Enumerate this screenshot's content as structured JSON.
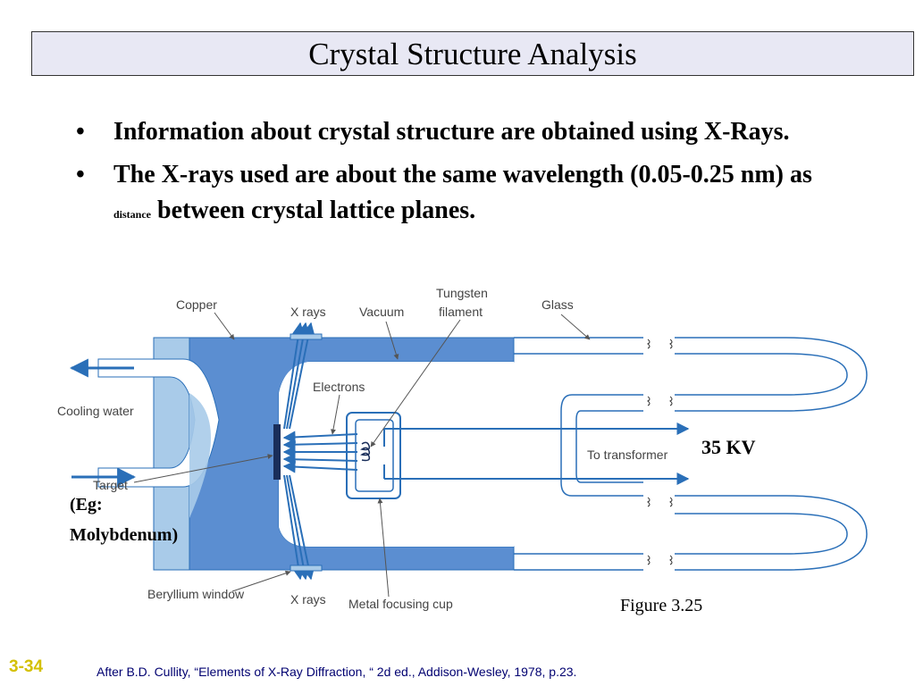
{
  "title": "Crystal Structure Analysis",
  "bullets": [
    {
      "marker": "•",
      "text": " Information about crystal structure are obtained using X-Rays."
    },
    {
      "marker": "•",
      "text_before": " The X-rays used are about the same wavelength (0.05-0.25 nm)  as ",
      "small_word": "distance",
      "text_after": " between crystal lattice planes."
    }
  ],
  "diagram": {
    "labels": {
      "copper": "Copper",
      "xrays_top": "X rays",
      "vacuum": "Vacuum",
      "tungsten_line1": "Tungsten",
      "tungsten_line2": "filament",
      "glass": "Glass",
      "electrons": "Electrons",
      "cooling_water": "Cooling water",
      "target": "Target",
      "to_transformer": "To transformer",
      "beryllium_window": "Beryllium window",
      "xrays_bottom": "X rays",
      "metal_focusing_cup": "Metal focusing cup"
    },
    "colors": {
      "copper_blue": "#5b8ed1",
      "light_blue": "#a9cbe9",
      "line_blue": "#2a6fb8",
      "label_gray": "#444444"
    }
  },
  "annotations": {
    "voltage": "35 KV",
    "example_line1": "(Eg:",
    "example_line2": "Molybdenum)"
  },
  "figure_caption": "Figure 3.25",
  "slide_number": "3-34",
  "citation": "After B.D. Cullity, “Elements of X-Ray Diffraction, “ 2d ed., Addison-Wesley, 1978, p.23."
}
